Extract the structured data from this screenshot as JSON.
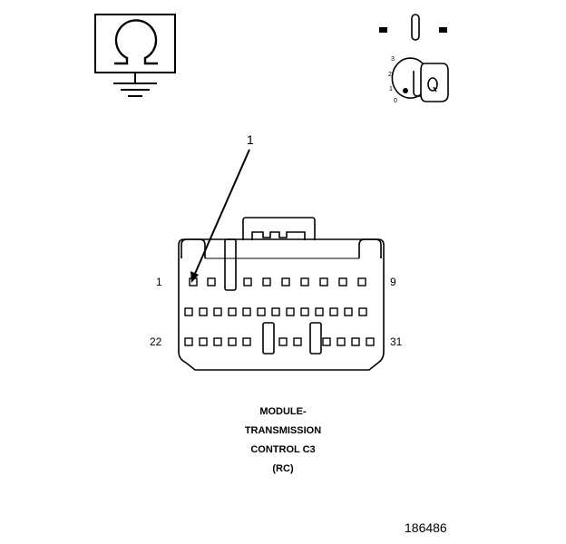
{
  "callout_label": "1",
  "pin_labels": {
    "row1_start": "1",
    "row1_end": "9",
    "row3_start": "22",
    "row3_end": "31"
  },
  "key_positions": [
    "3",
    "2",
    "1",
    "0"
  ],
  "caption": {
    "line1": "MODULE-",
    "line2": "TRANSMISSION",
    "line3": "CONTROL C3",
    "line4": "(RC)"
  },
  "figure_id": "186486",
  "icons": {
    "ground": "ohm-ground-symbol-icon",
    "ignition": "ignition-key-switch-icon",
    "connector": "connector-face-icon"
  },
  "colors": {
    "ink": "#000000",
    "background": "#ffffff"
  }
}
